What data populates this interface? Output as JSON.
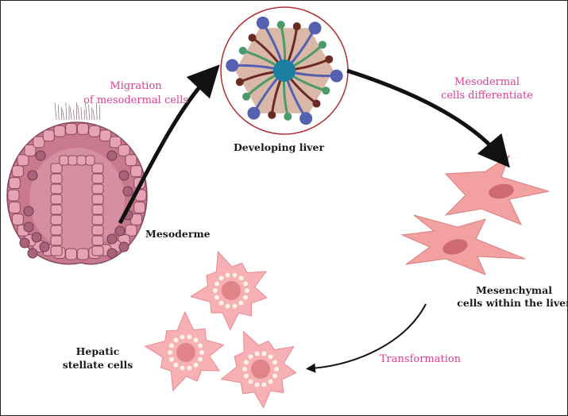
{
  "labels": {
    "migration_line1": "Migration",
    "migration_line2": "of mesodermal cells",
    "developing_liver": "Developing liver",
    "differentiate_line1": "Mesodermal",
    "differentiate_line2": "cells differentiate",
    "mesoderme": "Mesoderme",
    "mesenchymal_line1": "Mesenchymal",
    "mesenchymal_line2": "cells within the liver",
    "transformation": "Transformation",
    "hepatic_line1": "Hepatic",
    "hepatic_line2": "stellate cells"
  },
  "colors": {
    "annotation_text": "#d9428f",
    "arrow": "#111111",
    "embryo": "#c9798f",
    "embryo_cells": "#e6a3b3",
    "liver_ring": "#b0303a",
    "liver_hexagon": "#d9b8a8",
    "liver_center": "#1a7fa0",
    "duct_blue": "#5560b0",
    "duct_green": "#4c9a6a",
    "duct_brown": "#6b2a22",
    "mesenchymal_cell": "#f2a0a0",
    "mesenchymal_nucleus": "#cf6a70",
    "stellate_cell": "#f7b0b4",
    "stellate_nucleus": "#e08488"
  }
}
